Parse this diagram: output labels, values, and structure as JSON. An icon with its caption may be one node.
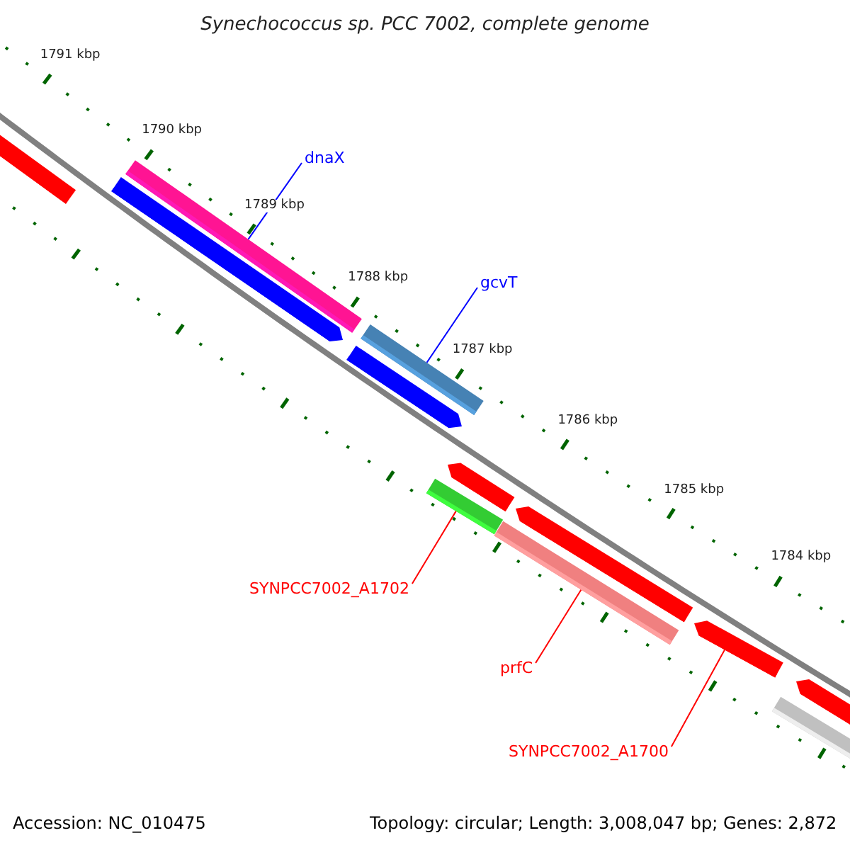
{
  "diagram": {
    "title": "Synechococcus sp. PCC 7002, complete genome",
    "nodes": [
      {
        "text": [],
        "shape": "bar"
      },
      {
        "text": [],
        "shape": "bar"
      },
      {
        "text": [
          "dnaX"
        ]
      },
      {
        "text": [],
        "shape": "bar"
      },
      {
        "text": [],
        "shape": "bar"
      },
      {
        "text": [
          "gcvT"
        ]
      },
      {
        "text": [],
        "shape": "bar"
      },
      {
        "text": [],
        "shape": "bar"
      },
      {
        "text": [],
        "shape": "bar"
      },
      {
        "text": [],
        "shape": "bar"
      },
      {
        "text": [],
        "shape": "bar"
      },
      {
        "text": [
          "SYNPCC7002_A1702"
        ]
      },
      {
        "text": [
          "prfC"
        ]
      },
      {
        "text": [],
        "shape": "bar"
      },
      {
        "text": [],
        "shape": "bar"
      },
      {
        "text": [],
        "shape": "bar"
      },
      {
        "text": [
          "SYNPCC7002_A1700"
        ]
      }
    ],
    "edges": [
      {
        "from": 2,
        "to": 1,
        "arrow": "none",
        "color": "#0000ff"
      },
      {
        "from": 5,
        "to": 4,
        "arrow": "none",
        "color": "#0000ff"
      },
      {
        "from": 11,
        "to": 8,
        "arrow": "none"
      },
      {
        "from": 12,
        "to": 10,
        "arrow": "none"
      },
      {
        "from": 16,
        "to": 13,
        "arrow": "none"
      }
    ],
    "labels": [
      "1791 kbp",
      "1790 kbp",
      "1789 kbp",
      "1788 kbp",
      "1787 kbp",
      "1786 kbp",
      "1785 kbp",
      "1784 kbp",
      "Accession: NC_010475",
      "Topology: circular; Length: 3,008,047 bp; Genes: 2,872"
    ]
  }
}
